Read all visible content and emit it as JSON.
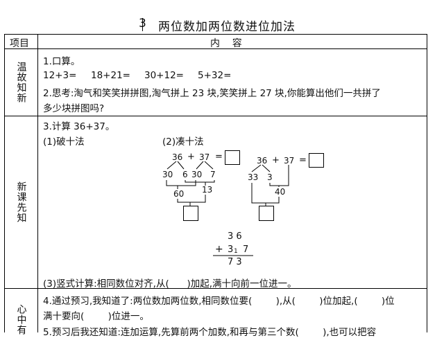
{
  "title": {
    "number": "3",
    "text": "两位数加两位数进位加法"
  },
  "header": {
    "col1": "项目",
    "col2": "内    容"
  },
  "rows": {
    "review": {
      "label": "温故知新",
      "line1": "1.口算。",
      "calcs": [
        "12+3=",
        "18+21=",
        "30+12=",
        "5+32="
      ],
      "line3": "2.思考:淘气和笑笑拼拼图,淘气拼上 23 块,笑笑拼上 27 块,你能算出他们一共拼了",
      "line4": "多少块拼图吗?"
    },
    "new": {
      "label": "新课先知",
      "line1": "3.计算 36+37。",
      "method1": "(1)破十法",
      "method2": "(2)凑十法",
      "diagram1": {
        "a": "36",
        "op": "+",
        "b": "37",
        "eq": "=",
        "parts": [
          "30",
          "6",
          "30",
          "7"
        ],
        "sum1": "60",
        "sum2": "13"
      },
      "diagram2": {
        "a": "36",
        "op": "+",
        "b": "37",
        "eq": "=",
        "parts": [
          "33",
          "3"
        ],
        "sum": "40"
      },
      "vertical": {
        "top": "3 6",
        "plus": "+",
        "second_tens": "3",
        "carry": "1",
        "second_ones": "7",
        "result": "7 3"
      },
      "line_last": "(3)竖式计算:相同数位对齐,从(      )加起,满十向前一位进一。"
    },
    "insight": {
      "label": "心中有",
      "line1": "4.通过预习,我知道了:两位数加两位数,相同数位要(        ),从(        )位加起,(        )位",
      "line2": "满十要向(        )位进一。",
      "line3": "5.预习后我还知道:连加运算,先算前两个加数,和再与第三个数(        ),也可以把容"
    }
  }
}
